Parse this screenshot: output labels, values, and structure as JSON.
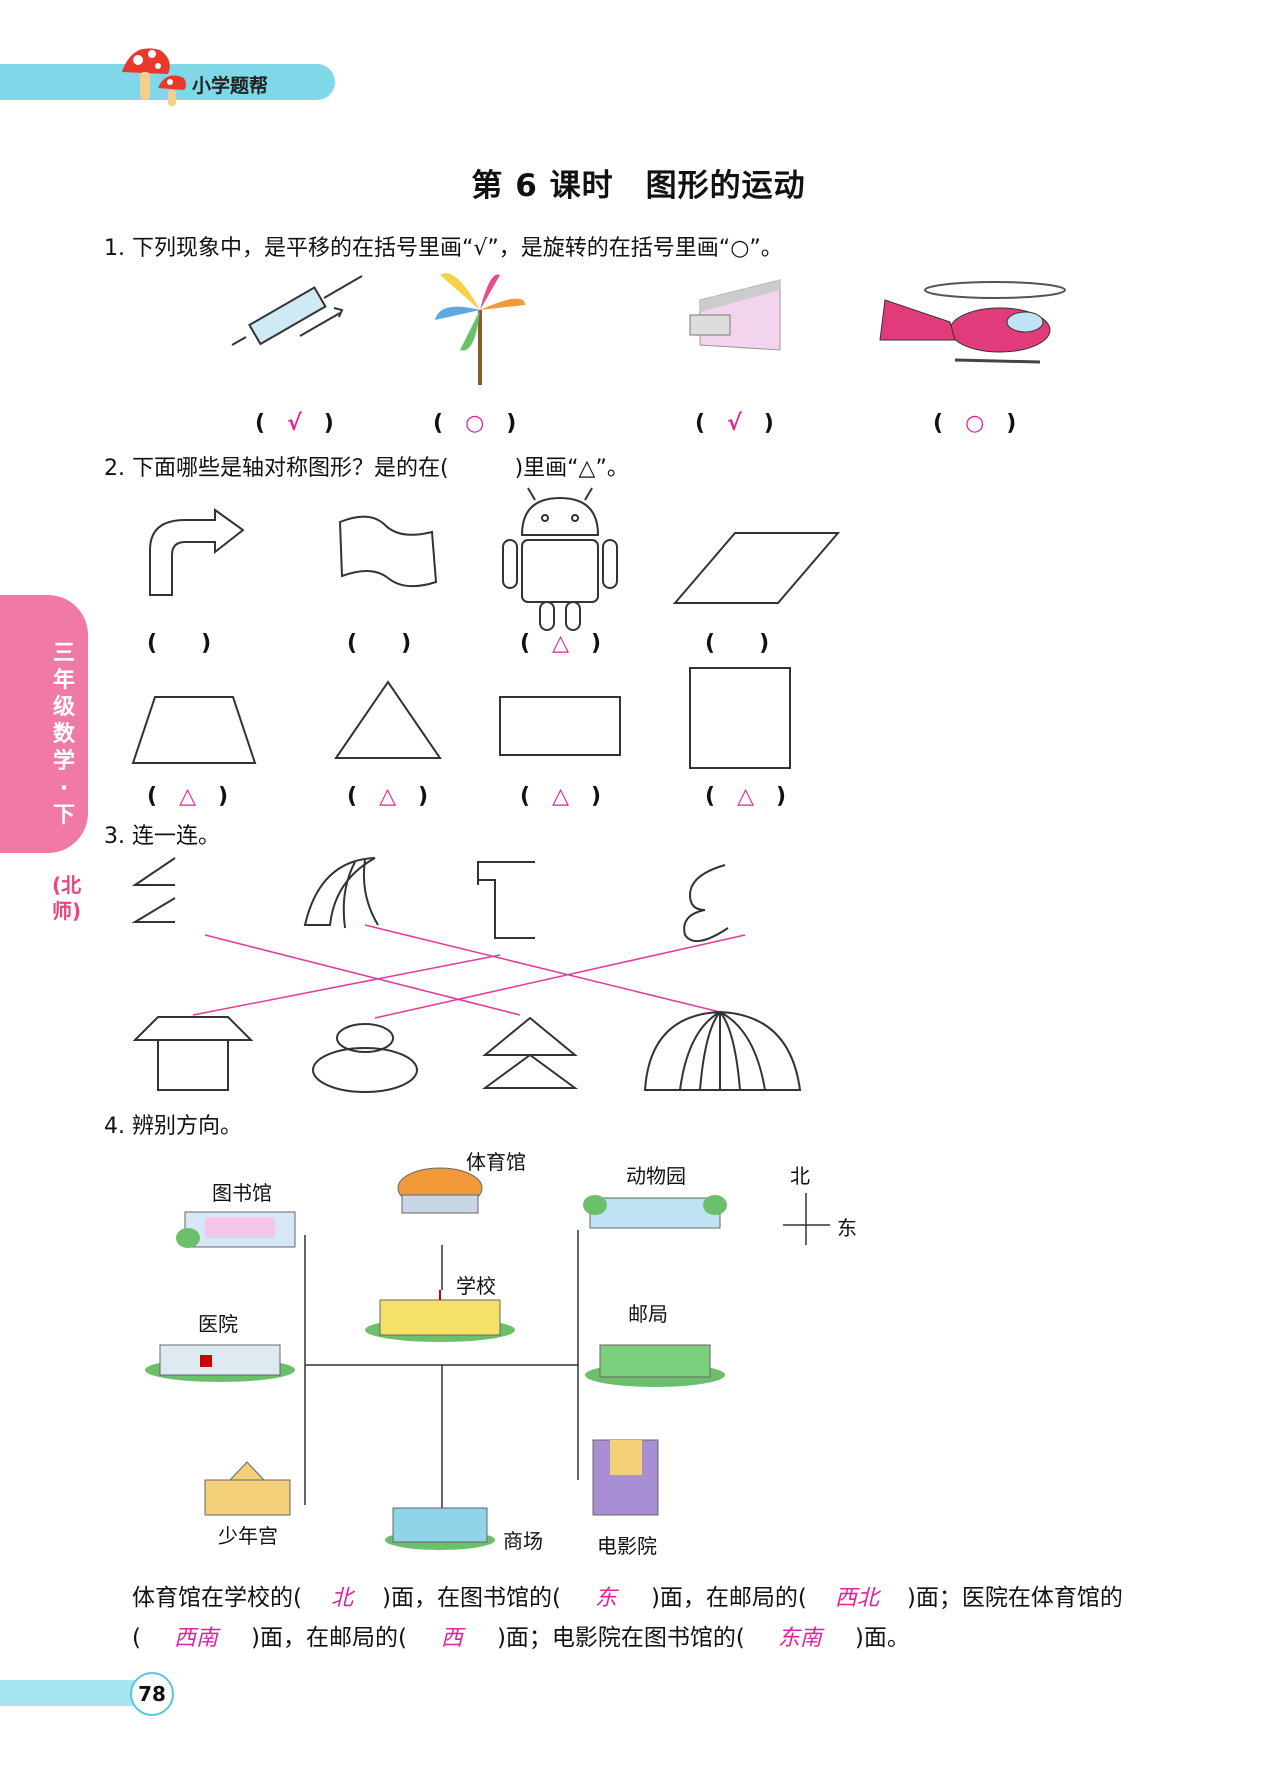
{
  "header": {
    "brand": "小学题帮"
  },
  "title": "第 6 课时　图形的运动",
  "q1": {
    "text": "1. 下列现象中，是平移的在括号里画“√”，是旋转的在括号里画“○”。",
    "answers": [
      "√",
      "○",
      "√",
      "○"
    ]
  },
  "q2": {
    "text": "2. 下面哪些是轴对称图形？是的在(　　　)里画“△”。",
    "answers_row1": [
      "",
      "",
      "△",
      ""
    ],
    "answers_row2": [
      "△",
      "△",
      "△",
      "△"
    ]
  },
  "q3": {
    "text": "3. 连一连。"
  },
  "q4": {
    "text": "4. 辨别方向。",
    "places": {
      "library": "图书馆",
      "gym": "体育馆",
      "zoo": "动物园",
      "school": "学校",
      "hospital": "医院",
      "post": "邮局",
      "youth_palace": "少年宫",
      "mall": "商场",
      "cinema": "电影院"
    },
    "compass": {
      "north": "北",
      "east": "东"
    },
    "sentence": {
      "p1": "体育馆在学校的(",
      "a1": "北",
      "p2": ")面，在图书馆的(",
      "a2": "东",
      "p3": ")面，在邮局的(",
      "a3": "西北",
      "p4": ")面；医院在体育馆的",
      "p5": "(",
      "a4": "西南",
      "p6": ")面，在邮局的(",
      "a5": "西",
      "p7": ")面；电影院在图书馆的(",
      "a6": "东南",
      "p8": ")面。"
    }
  },
  "side": {
    "grade": "三年级数学·下",
    "edition": "(北师)"
  },
  "page_number": "78",
  "colors": {
    "accent": "#e0219a",
    "header_bar": "#7fd8e8",
    "side_tab": "#f07aa5"
  }
}
